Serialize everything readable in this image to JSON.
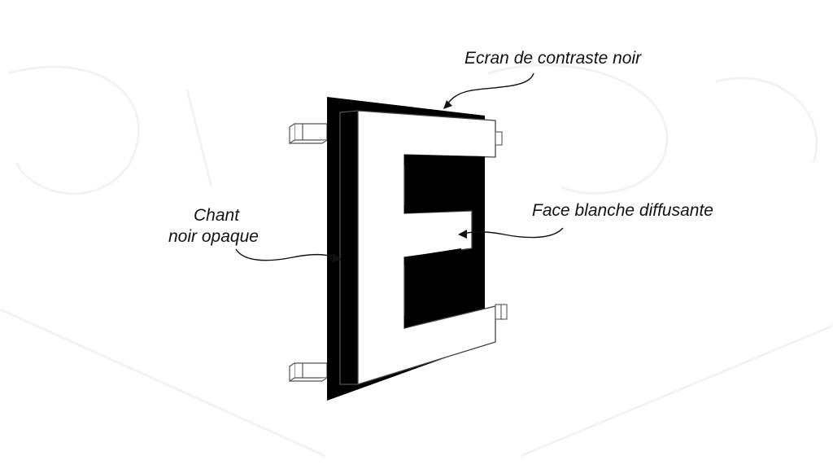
{
  "labels": {
    "contrast_screen": "Ecran de contraste noir",
    "diffusing_face": "Face blanche diffusante",
    "edge_line1": "Chant",
    "edge_line2": "noir opaque"
  },
  "colors": {
    "background": "#ffffff",
    "ink": "#000000",
    "face": "#ffffff",
    "outline": "#555555",
    "text": "#111111"
  }
}
